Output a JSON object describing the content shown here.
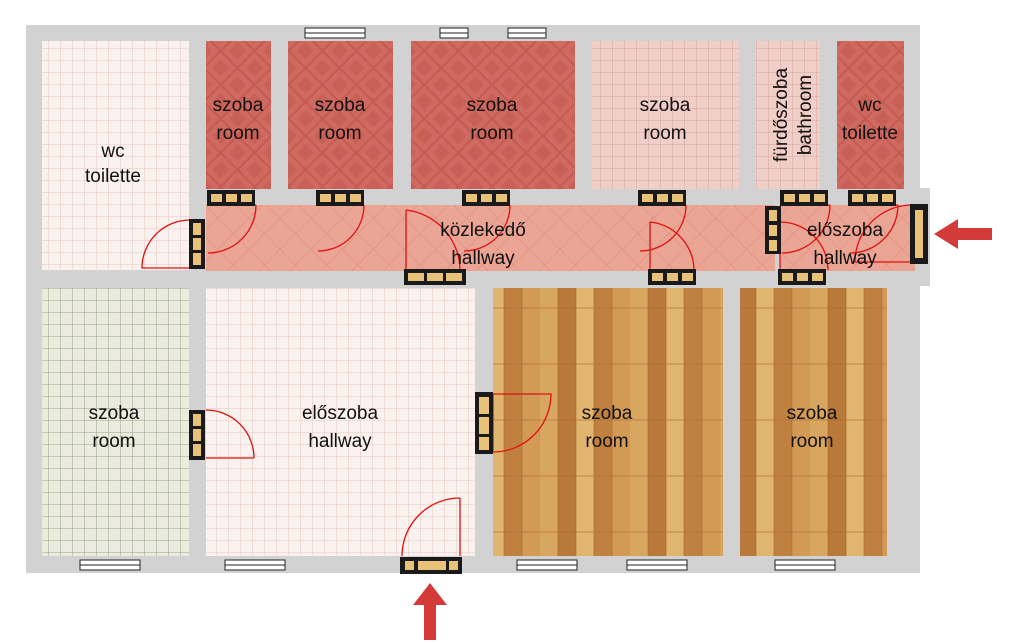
{
  "plan": {
    "colors": {
      "wall": "#d2d2d2",
      "tile_red": "#c65a52",
      "tile_pink": "#ecc7c0",
      "tile_white": "#f7eeea",
      "tile_green": "#e4e4d6",
      "wood": "#c9914a",
      "hall_tile": "#e9a392",
      "door_line": "#e01010",
      "arrow": "#d33a3a"
    },
    "rooms": {
      "wc_tl": {
        "line1": "wc",
        "line2": "toilette",
        "material": "tile_white"
      },
      "room1": {
        "line1": "szoba",
        "line2": "room",
        "material": "tile_red"
      },
      "room2": {
        "line1": "szoba",
        "line2": "room",
        "material": "tile_red"
      },
      "room3": {
        "line1": "szoba",
        "line2": "room",
        "material": "tile_red"
      },
      "room4": {
        "line1": "szoba",
        "line2": "room",
        "material": "tile_pink"
      },
      "bath": {
        "line1": "fürdőszoba",
        "line2": "bathroom",
        "material": "tile_pink"
      },
      "wc_tr": {
        "line1": "wc",
        "line2": "toilette",
        "material": "tile_red"
      },
      "corridor": {
        "line1": "közlekedő",
        "line2": "hallway",
        "material": "hall_tile"
      },
      "hall_right": {
        "line1": "előszoba",
        "line2": "hallway",
        "material": "hall_tile"
      },
      "room_bl": {
        "line1": "szoba",
        "line2": "room",
        "material": "tile_green"
      },
      "hall_main": {
        "line1": "előszoba",
        "line2": "hallway",
        "material": "tile_white"
      },
      "wood1": {
        "line1": "szoba",
        "line2": "room",
        "material": "wood"
      },
      "wood2": {
        "line1": "szoba",
        "line2": "room",
        "material": "wood"
      }
    },
    "entrances": [
      "arrow-east-entrance",
      "arrow-south-entrance"
    ]
  }
}
